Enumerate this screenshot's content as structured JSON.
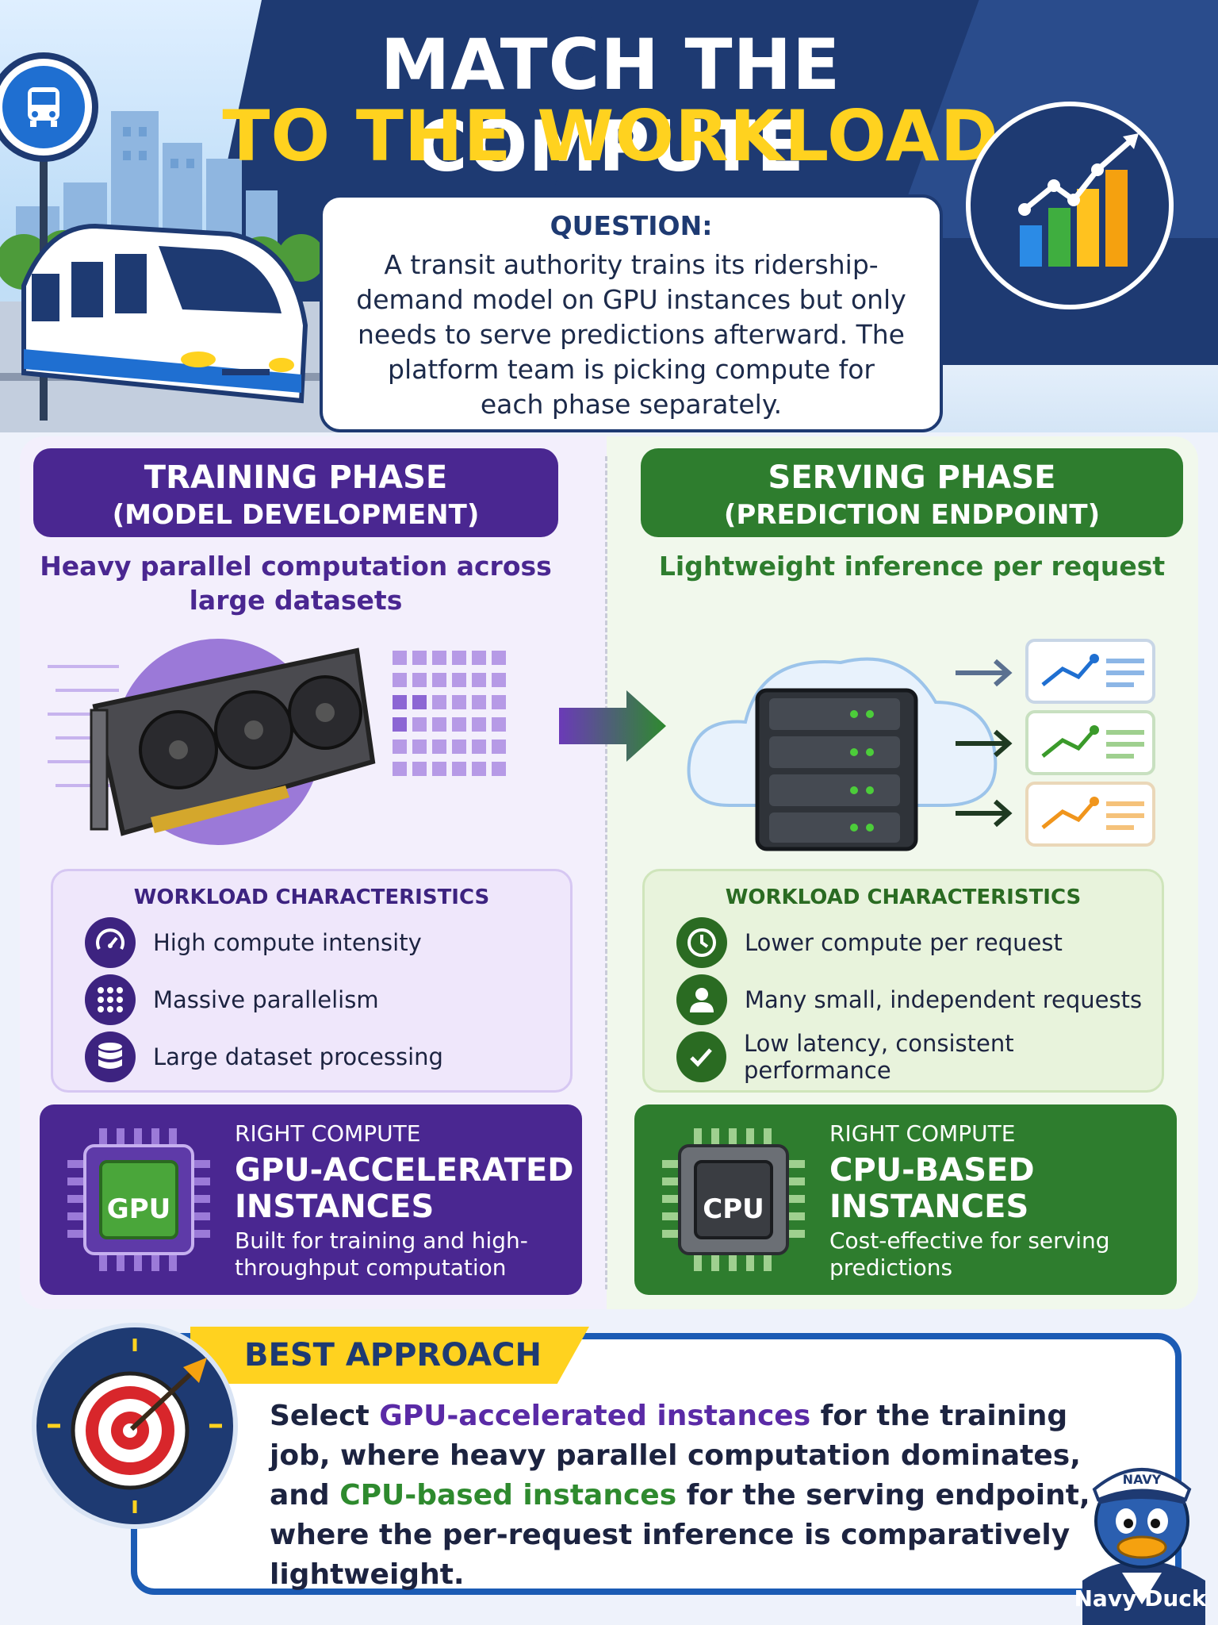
{
  "title": {
    "line1": "MATCH THE COMPUTE",
    "line2": "TO THE WORKLOAD"
  },
  "question": {
    "label": "QUESTION:",
    "text": "A transit authority trains its ridership-demand model on GPU instances but only needs to serve predictions afterward. The platform team is picking compute for each phase separately."
  },
  "training": {
    "heading": "TRAINING PHASE",
    "subheading": "(MODEL DEVELOPMENT)",
    "description": "Heavy parallel computation across large datasets",
    "characteristics_title": "WORKLOAD CHARACTERISTICS",
    "characteristics": [
      {
        "icon": "gauge-icon",
        "text": "High compute intensity"
      },
      {
        "icon": "grid-icon",
        "text": "Massive parallelism"
      },
      {
        "icon": "database-icon",
        "text": "Large dataset processing"
      }
    ],
    "compute": {
      "label": "RIGHT COMPUTE",
      "title_line1": "GPU-ACCELERATED",
      "title_line2": "INSTANCES",
      "description": "Built for training and high-throughput computation",
      "chip_label": "GPU"
    }
  },
  "serving": {
    "heading": "SERVING PHASE",
    "subheading": "(PREDICTION ENDPOINT)",
    "description": "Lightweight inference per request",
    "characteristics_title": "WORKLOAD CHARACTERISTICS",
    "characteristics": [
      {
        "icon": "clock-icon",
        "text": "Lower compute per request"
      },
      {
        "icon": "user-icon",
        "text": "Many small, independent requests"
      },
      {
        "icon": "check-icon",
        "text": "Low latency, consistent performance"
      }
    ],
    "compute": {
      "label": "RIGHT COMPUTE",
      "title_line1": "CPU-BASED",
      "title_line2": "INSTANCES",
      "description": "Cost-effective for serving predictions",
      "chip_label": "CPU"
    }
  },
  "best_approach": {
    "tag": "BEST APPROACH",
    "text_1": "Select ",
    "highlight_1": "GPU-accelerated instances",
    "text_2": " for the training job, where heavy parallel computation dominates, and ",
    "highlight_2": "CPU-based instances",
    "text_3": " for the serving endpoint, where the per-request inference is comparatively lightweight."
  },
  "mascot": {
    "cap_text": "NAVY",
    "name": "Navy Duck"
  },
  "colors": {
    "navy": "#1e3a72",
    "yellow": "#ffd21f",
    "purple": "#4a2791",
    "green": "#2e7d2e",
    "blue_border": "#1b5bb4"
  }
}
